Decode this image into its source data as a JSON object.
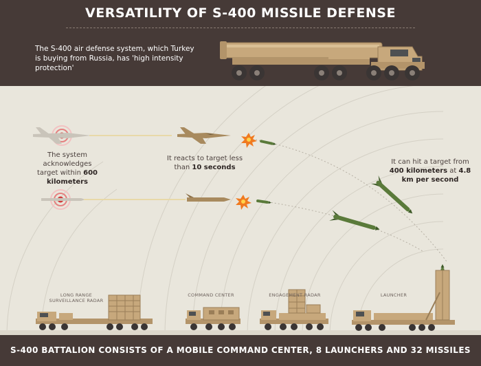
{
  "header": {
    "title": "VERSATILITY OF S-400 MISSILE DEFENSE",
    "intro": "The S-400 air defense system, which Turkey is buying from Russia, has 'high intensity protection'"
  },
  "captions": {
    "acknowledges": {
      "text": "The system acknowledges target within ",
      "emphasis": "600 kilometers"
    },
    "reacts": {
      "text": "It reacts to target less than ",
      "emphasis": "10 seconds"
    },
    "hit": {
      "text_before": "It can hit a target from ",
      "emphasis_1": "400 kilometers",
      "text_mid": " at ",
      "emphasis_2": "4.8 km per second"
    }
  },
  "components": {
    "radar": "LONG RANGE SURVEILLANCE RADAR",
    "command": "COMMAND CENTER",
    "engagement": "ENGAGEMENT RADAR",
    "launcher": "LAUNCHER"
  },
  "footer": {
    "summary": "S-400 BATTALION CONSISTS OF A MOBILE COMMAND CENTER, 8 LAUNCHERS AND 32 MISSILES"
  },
  "colors": {
    "band": "#463a37",
    "background": "#e9e6dc",
    "vehicle": "#c7a87c",
    "missile": "#5a7a3a",
    "target_ring": "#d23a3a",
    "explosion": "#f07a20"
  }
}
